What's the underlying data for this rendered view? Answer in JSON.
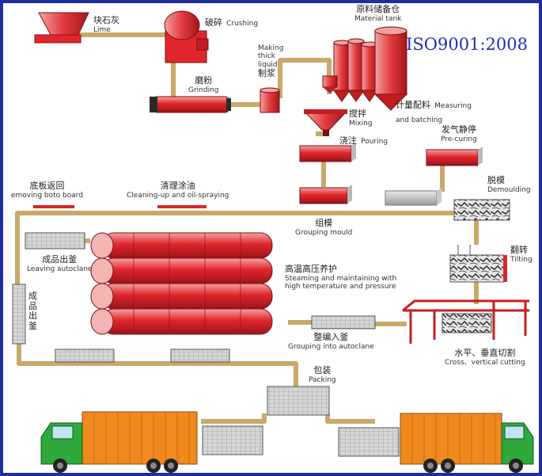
{
  "certification": "ISO9001:2008",
  "colors": {
    "frame": "#1f2f9c",
    "conveyor": "#c8a96a",
    "equipment_red": "#d9262b",
    "truck_cargo": "#f08a1e",
    "truck_cab": "#2fa83c",
    "iso_text": "#1f2fb0"
  },
  "steps": {
    "lime": {
      "cn": "块石灰",
      "en": "Lime"
    },
    "crushing": {
      "cn": "破碎",
      "en": "Crushing"
    },
    "material_tank": {
      "cn": "原料储备仓",
      "en": "Material tank"
    },
    "grinding": {
      "cn": "磨粉",
      "en": "Grinding"
    },
    "making_liquid": {
      "en": "Making thick liquid",
      "cn": "制浆"
    },
    "measuring": {
      "cn": "计量配料",
      "en": "Measuring and batching"
    },
    "mixing": {
      "cn": "搅拌",
      "en": "Mixing"
    },
    "pouring": {
      "cn": "浇注",
      "en": "Pouring"
    },
    "pre_curing": {
      "cn": "发气静停",
      "en": "Pre-curing"
    },
    "demoulding": {
      "cn": "脱模",
      "en": "Demoulding"
    },
    "removing_board": {
      "cn": "底板返回",
      "en": "emoving boto board"
    },
    "cleaning": {
      "cn": "清理涂油",
      "en": "Cleaning-up and oil-spraying"
    },
    "grouping_mould": {
      "cn": "组模",
      "en": "Grouping mould"
    },
    "tilting": {
      "cn": "翻转",
      "en": "Tilting"
    },
    "leaving_autoclave": {
      "cn": "成品出釜",
      "en": "Leaving autoclane"
    },
    "steaming": {
      "cn": "高温高压养护",
      "en": "Steaming and maintaining with high temperature and pressure"
    },
    "finished_vertical": {
      "cn": "成品出釜"
    },
    "grouping_autoclave": {
      "cn": "整编入釜",
      "en": "Grouping into autoclane"
    },
    "cutting": {
      "cn": "水平、垂直切割",
      "en": "Cross、vertical cutting"
    },
    "packing": {
      "cn": "包装",
      "en": "Packing"
    }
  }
}
